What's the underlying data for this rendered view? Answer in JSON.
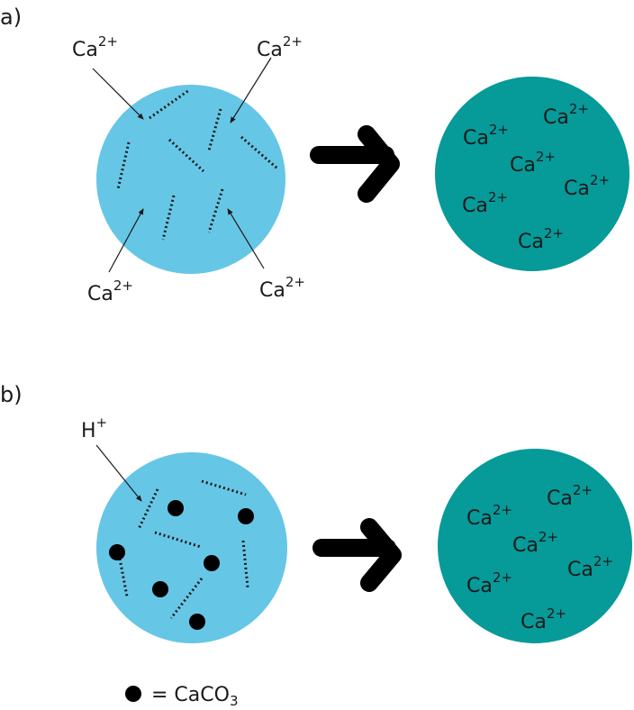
{
  "panels": [
    {
      "label": "a)",
      "left_circle_color": "#66c6e6",
      "right_circle_color": "#069a99",
      "pointer_labels": [
        {
          "base": "Ca",
          "sup": "2+"
        },
        {
          "base": "Ca",
          "sup": "2+"
        },
        {
          "base": "Ca",
          "sup": "2+"
        },
        {
          "base": "Ca",
          "sup": "2+"
        }
      ],
      "released_ions": [
        {
          "base": "Ca",
          "sup": "2+"
        },
        {
          "base": "Ca",
          "sup": "2+"
        },
        {
          "base": "Ca",
          "sup": "2+"
        },
        {
          "base": "Ca",
          "sup": "2+"
        },
        {
          "base": "Ca",
          "sup": "2+"
        },
        {
          "base": "Ca",
          "sup": "2+"
        }
      ]
    },
    {
      "label": "b)",
      "left_circle_color": "#66c6e6",
      "right_circle_color": "#069a99",
      "pointer_labels": [
        {
          "base": "H",
          "sup": "+"
        }
      ],
      "released_ions": [
        {
          "base": "Ca",
          "sup": "2+"
        },
        {
          "base": "Ca",
          "sup": "2+"
        },
        {
          "base": "Ca",
          "sup": "2+"
        },
        {
          "base": "Ca",
          "sup": "2+"
        },
        {
          "base": "Ca",
          "sup": "2+"
        },
        {
          "base": "Ca",
          "sup": "2+"
        }
      ]
    }
  ],
  "legend": {
    "text": "= CaCO",
    "sub": "3",
    "symbol": "black-dot"
  },
  "arrow_color": "#000000"
}
